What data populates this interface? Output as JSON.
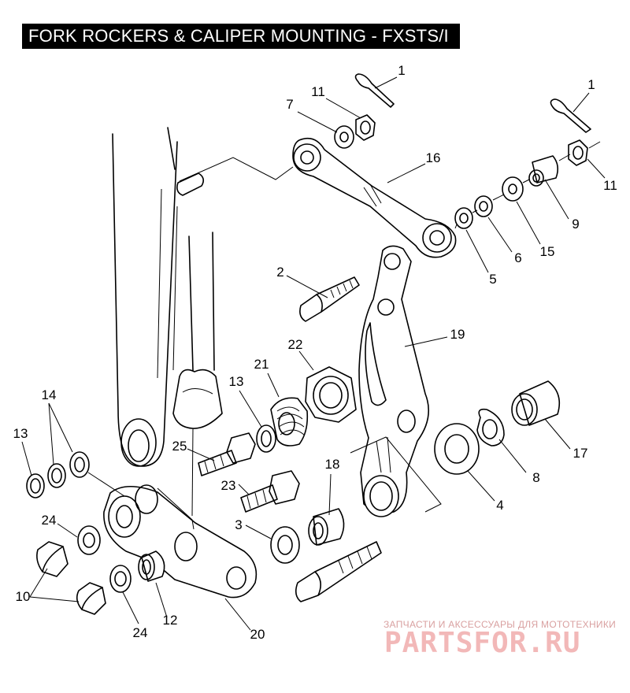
{
  "title": "FORK ROCKERS & CALIPER MOUNTING - FXSTS/I",
  "watermark": {
    "tagline": "ЗАПЧАСТИ И АКСЕССУАРЫ ДЛЯ МОТОТЕХНИКИ",
    "brand": "PARTSFOR.RU",
    "color": "#f2b8b8"
  },
  "callouts": [
    {
      "id": "c1a",
      "label": "1"
    },
    {
      "id": "c1b",
      "label": "1"
    },
    {
      "id": "c11a",
      "label": "11"
    },
    {
      "id": "c7",
      "label": "7"
    },
    {
      "id": "c16",
      "label": "16"
    },
    {
      "id": "c11b",
      "label": "11"
    },
    {
      "id": "c9",
      "label": "9"
    },
    {
      "id": "c15",
      "label": "15"
    },
    {
      "id": "c6",
      "label": "6"
    },
    {
      "id": "c5",
      "label": "5"
    },
    {
      "id": "c2",
      "label": "2"
    },
    {
      "id": "c19",
      "label": "19"
    },
    {
      "id": "c22",
      "label": "22"
    },
    {
      "id": "c21",
      "label": "21"
    },
    {
      "id": "c13a",
      "label": "13"
    },
    {
      "id": "c14",
      "label": "14"
    },
    {
      "id": "c13b",
      "label": "13"
    },
    {
      "id": "c25",
      "label": "25"
    },
    {
      "id": "c17",
      "label": "17"
    },
    {
      "id": "c8",
      "label": "8"
    },
    {
      "id": "c18",
      "label": "18"
    },
    {
      "id": "c23",
      "label": "23"
    },
    {
      "id": "c4",
      "label": "4"
    },
    {
      "id": "c24a",
      "label": "24"
    },
    {
      "id": "c3",
      "label": "3"
    },
    {
      "id": "c10",
      "label": "10"
    },
    {
      "id": "c24b",
      "label": "24"
    },
    {
      "id": "c12",
      "label": "12"
    },
    {
      "id": "c20",
      "label": "20"
    }
  ]
}
